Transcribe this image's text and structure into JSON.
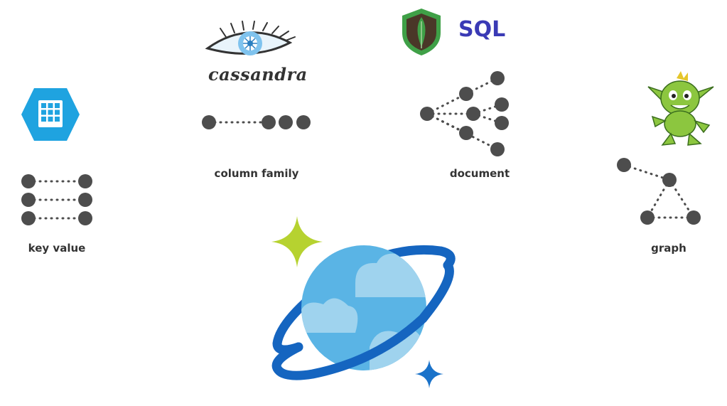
{
  "models": {
    "key_value": {
      "label": "key value"
    },
    "column_family": {
      "label": "column family",
      "logo_text": "cassandra"
    },
    "document": {
      "label": "document",
      "logo_text": "SQL"
    },
    "graph": {
      "label": "graph"
    }
  },
  "colors": {
    "node": "#4d4d4d",
    "azure_table": "#1fa3e0",
    "mongo_leaf": "#3fa047",
    "mongo_shield": "#4a3728",
    "sql_text": "#3a3ab5",
    "gremlin": "#8cc63f",
    "cosmos_planet": "#5ab4e5",
    "cosmos_ring": "#1565c0",
    "sparkle_green": "#b6d230",
    "sparkle_blue": "#1a72c9"
  },
  "icons": {
    "key_value": "azure-table-storage-icon",
    "column_family": "cassandra-eye-logo",
    "document": "mongodb-leaf-icon",
    "graph": "gremlin-mascot-icon",
    "center": "azure-cosmos-db-planet-icon"
  }
}
